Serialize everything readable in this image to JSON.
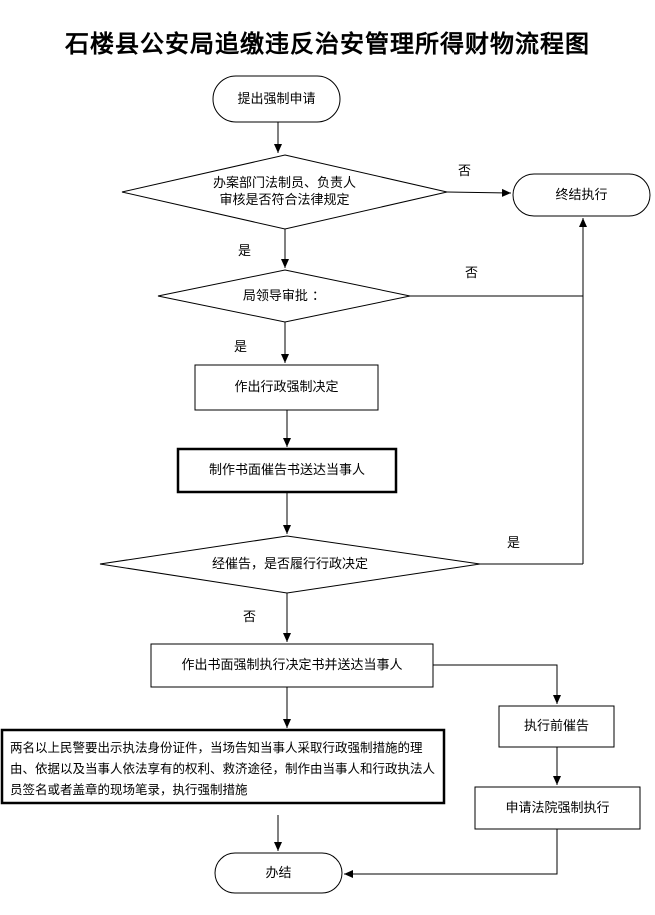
{
  "title": "石楼县公安局追缴违反治安管理所得财物流程图",
  "nodes": {
    "start": "提出强制申请",
    "review_line1": "办案部门法制员、负责人",
    "review_line2": "审核是否符合法律规定",
    "end_exec": "终结执行",
    "leader": "局领导审批  ：",
    "admin_decision": "作出行政强制决定",
    "notice": "制作书面催告书送达当事人",
    "fulfilled": "经催告，是否履行行政决定",
    "written_decision": "作出书面强制执行决定书并送达当事人",
    "pre_notice": "执行前催告",
    "court": "申请法院强制执行",
    "measures": "两名以上民警要出示执法身份证件，当场告知当事人采取行政强制措施的理由、依据以及当事人依法享有的权利、救济途径，制作由当事人和行政执法人员签名或者盖章的现场笔录，执行强制措施",
    "done": "办结"
  },
  "labels": {
    "review_no": "否",
    "review_yes": "是",
    "leader_no": "否",
    "leader_yes": "是",
    "fulfilled_yes": "是",
    "fulfilled_no": "否"
  }
}
